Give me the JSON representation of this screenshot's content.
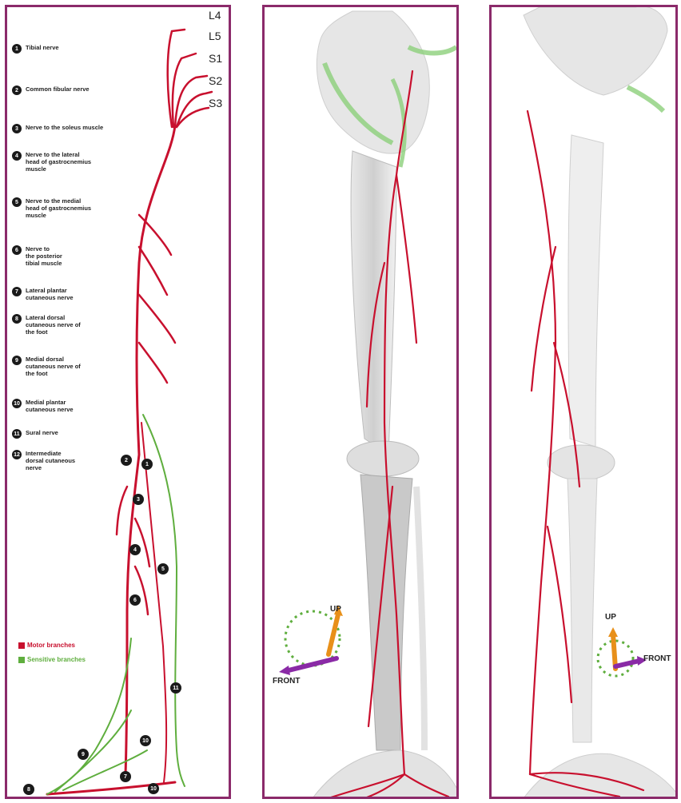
{
  "roots": [
    "L4",
    "L5",
    "S1",
    "S2",
    "S3"
  ],
  "legend_entries": [
    {
      "num": "1",
      "label": "Tibial nerve"
    },
    {
      "num": "2",
      "label": "Common fibular nerve"
    },
    {
      "num": "3",
      "label": "Nerve to the soleus muscle"
    },
    {
      "num": "4",
      "label": "Nerve to the lateral\nhead of gastrocnemius\nmuscle"
    },
    {
      "num": "5",
      "label": "Nerve to the medial\nhead of gastrocnemius\nmuscle"
    },
    {
      "num": "6",
      "label": "Nerve to\nthe posterior\ntibial muscle"
    },
    {
      "num": "7",
      "label": "Lateral plantar\ncutaneous nerve"
    },
    {
      "num": "8",
      "label": "Lateral dorsal\ncutaneous nerve of\nthe foot"
    },
    {
      "num": "9",
      "label": "Medial dorsal\ncutaneous nerve of\nthe foot"
    },
    {
      "num": "10",
      "label": "Medial plantar\ncutaneous nerve"
    },
    {
      "num": "11",
      "label": "Sural nerve"
    },
    {
      "num": "12",
      "label": "Intermediate\ndorsal cutaneous\nnerve"
    }
  ],
  "figure_markers": [
    "2",
    "1",
    "3",
    "4",
    "5",
    "6",
    "11",
    "10",
    "9",
    "7",
    "8",
    "10"
  ],
  "legend": {
    "motor": "Motor branches",
    "sensitive": "Sensitive branches"
  },
  "colors": {
    "motor": "#c8102e",
    "sensitive": "#5fae3e",
    "frame": "#8b2a6a",
    "up_arrow": "#e8901a",
    "front_arrow": "#8a2aa6"
  },
  "compass": {
    "up": "UP",
    "front": "FRONT"
  }
}
